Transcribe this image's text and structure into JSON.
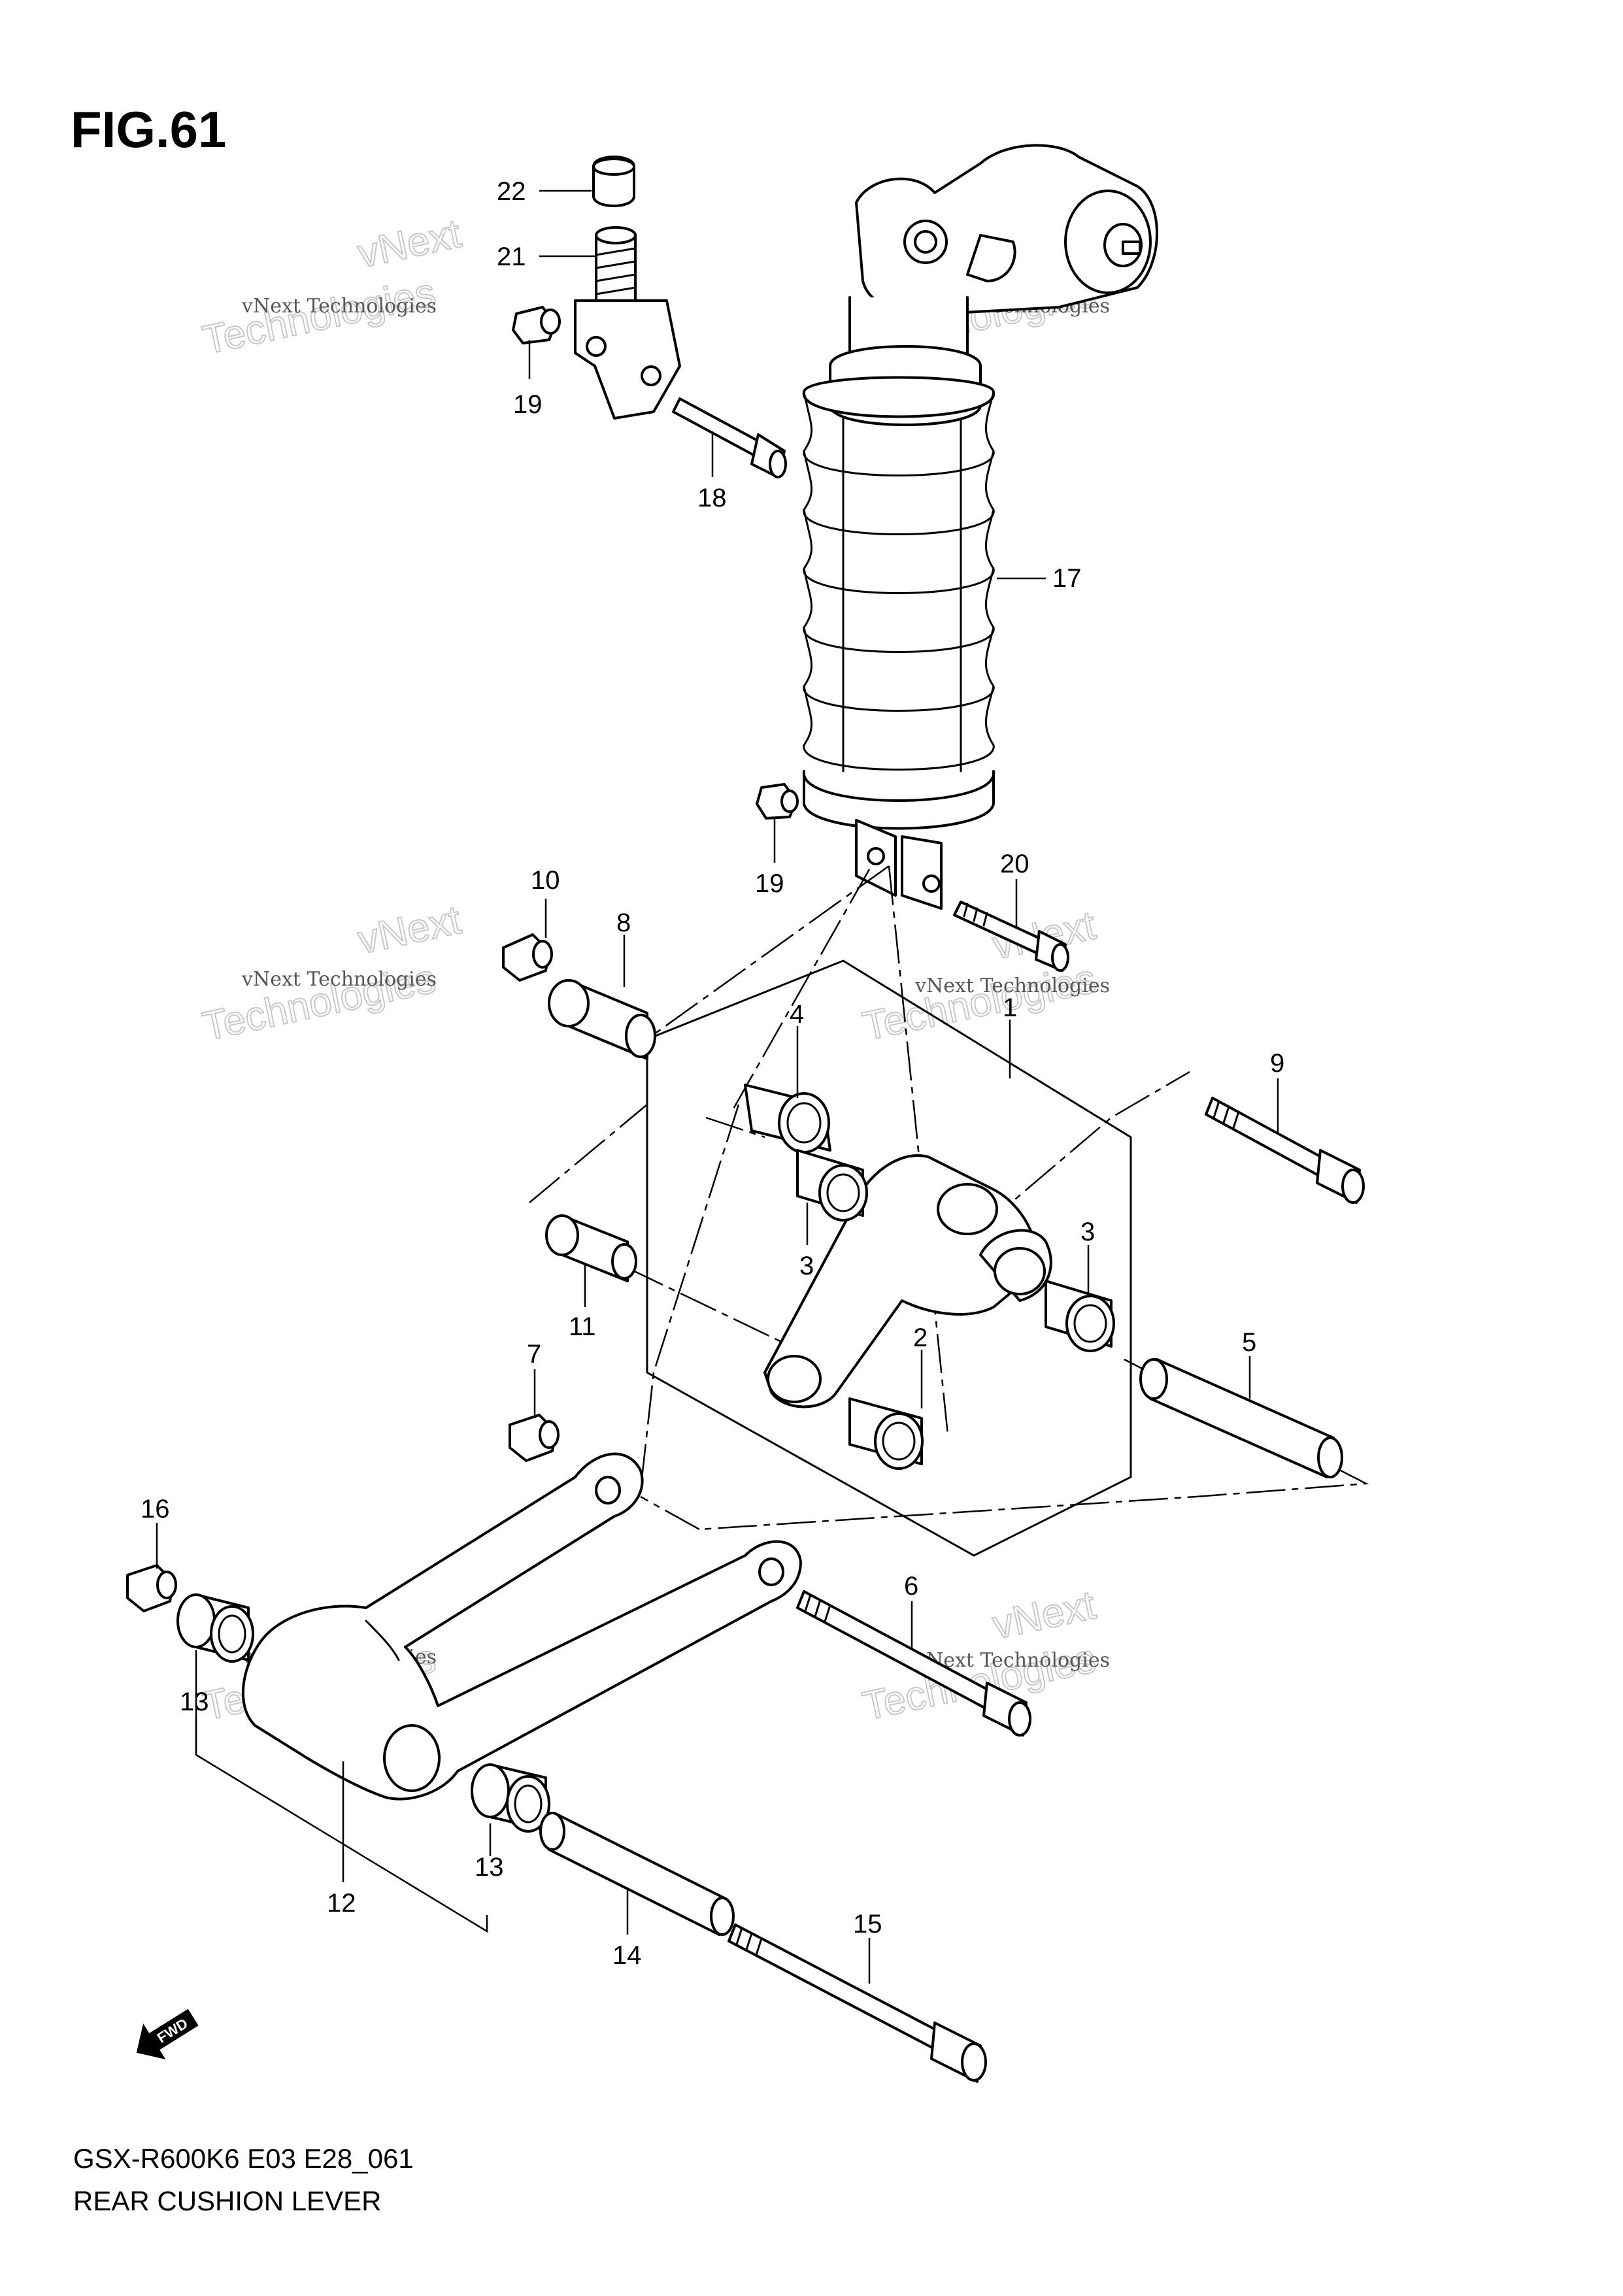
{
  "figure": {
    "title": "FIG.61"
  },
  "footer": {
    "code": "GSX-R600K6 E03 E28_061",
    "name": "REAR CUSHION LEVER"
  },
  "watermark": {
    "line1": "vNext Technologies",
    "line2": "vNext",
    "line3": "Technologies"
  },
  "fwd": "FWD",
  "callouts": {
    "c22": "22",
    "c21": "21",
    "c19a": "19",
    "c18": "18",
    "c17": "17",
    "c19b": "19",
    "c20": "20",
    "c10": "10",
    "c8": "8",
    "c4": "4",
    "c1": "1",
    "c9": "9",
    "c3a": "3",
    "c3b": "3",
    "c11": "11",
    "c2": "2",
    "c5": "5",
    "c7": "7",
    "c16": "16",
    "c6": "6",
    "c13a": "13",
    "c13b": "13",
    "c12": "12",
    "c14": "14",
    "c15": "15"
  }
}
